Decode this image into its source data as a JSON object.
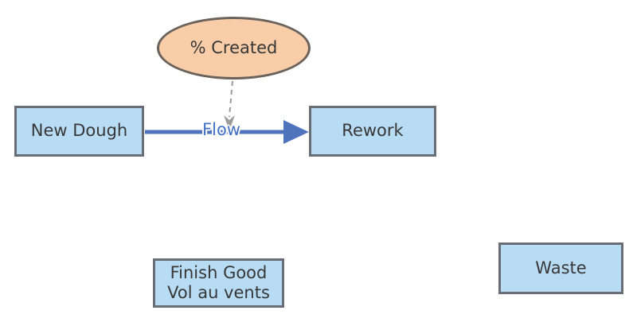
{
  "colors": {
    "background": "#ffffff",
    "boxFill": "#b9dcf5",
    "boxBorder": "#696d75",
    "ellipseFill": "#f9cda8",
    "ellipseBorder": "#6b625c",
    "arrowBlue": "#4f74bd",
    "flowText": "#4472c4",
    "dashGray": "#9c9c9c",
    "textDark": "#373737"
  },
  "diagram": {
    "ellipse_node": {
      "label": "% Created"
    },
    "nodes": {
      "new_dough": {
        "label": "New Dough"
      },
      "rework": {
        "label": "Rework"
      },
      "finish_good": {
        "label": "Finish Good Vol au vents"
      },
      "waste": {
        "label": "Waste"
      }
    },
    "edges": {
      "flow": {
        "label": "Flow",
        "from": "New Dough",
        "to": "Rework",
        "style": "solid-thick-blue-arrow"
      },
      "influence": {
        "from": "% Created",
        "to": "Flow",
        "style": "dashed-gray-arrow"
      }
    }
  }
}
